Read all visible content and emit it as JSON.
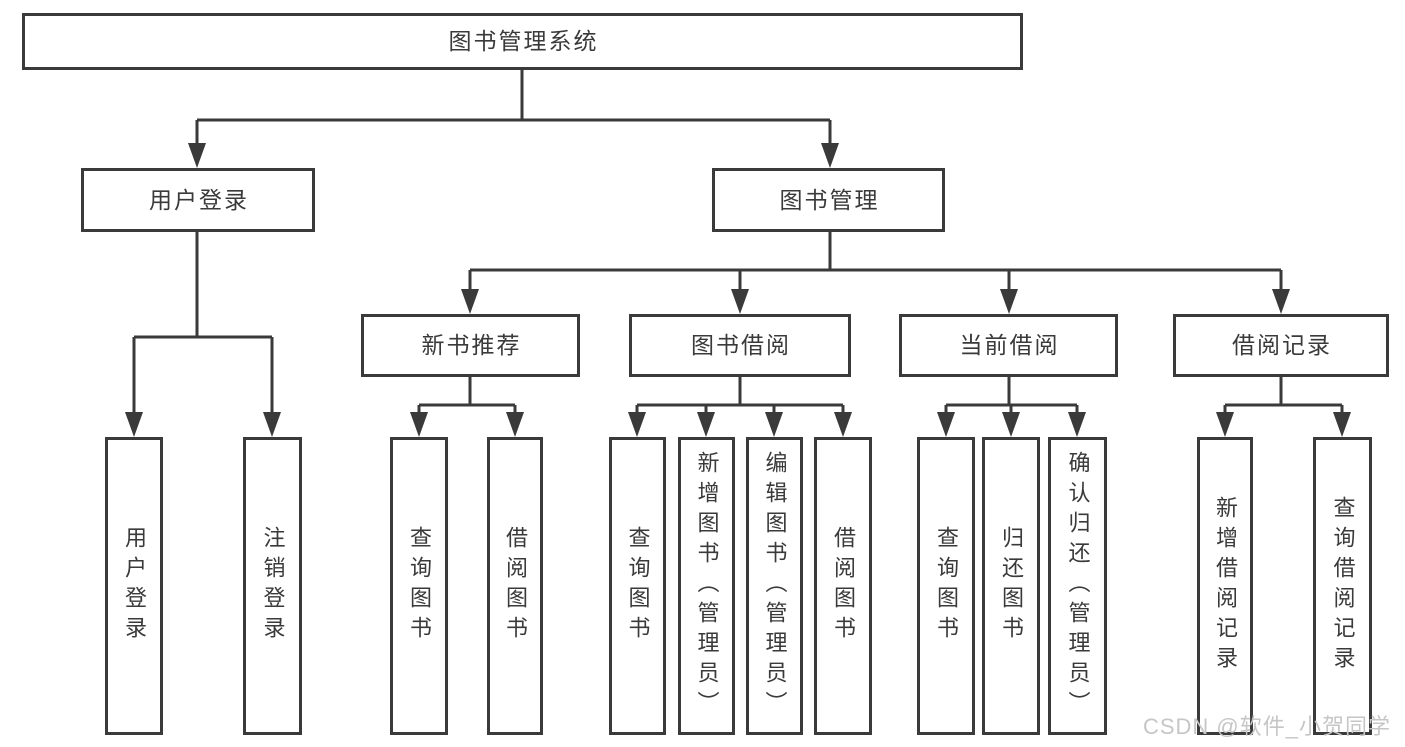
{
  "tree": {
    "root": {
      "label": "图书管理系统"
    },
    "level1": [
      {
        "label": "用户登录"
      },
      {
        "label": "图书管理"
      }
    ],
    "level2": [
      {
        "label": "新书推荐"
      },
      {
        "label": "图书借阅"
      },
      {
        "label": "当前借阅"
      },
      {
        "label": "借阅记录"
      }
    ],
    "leaves": {
      "user_login": [
        "用户登录",
        "注销登录"
      ],
      "new_book": [
        "查询图书",
        "借阅图书"
      ],
      "book_borrow": [
        "查询图书",
        "新增图书（管理员）",
        "编辑图书（管理员）",
        "借阅图书"
      ],
      "current_borrow": [
        "查询图书",
        "归还图书",
        "确认归还（管理员）"
      ],
      "borrow_records": [
        "新增借阅记录",
        "查询借阅记录"
      ]
    }
  },
  "watermark": "CSDN @软件_小贺同学",
  "colors": {
    "line": "#3a3a3a",
    "text": "#3a3a3a",
    "watermark": "#c6c6c6",
    "background": "#ffffff"
  }
}
